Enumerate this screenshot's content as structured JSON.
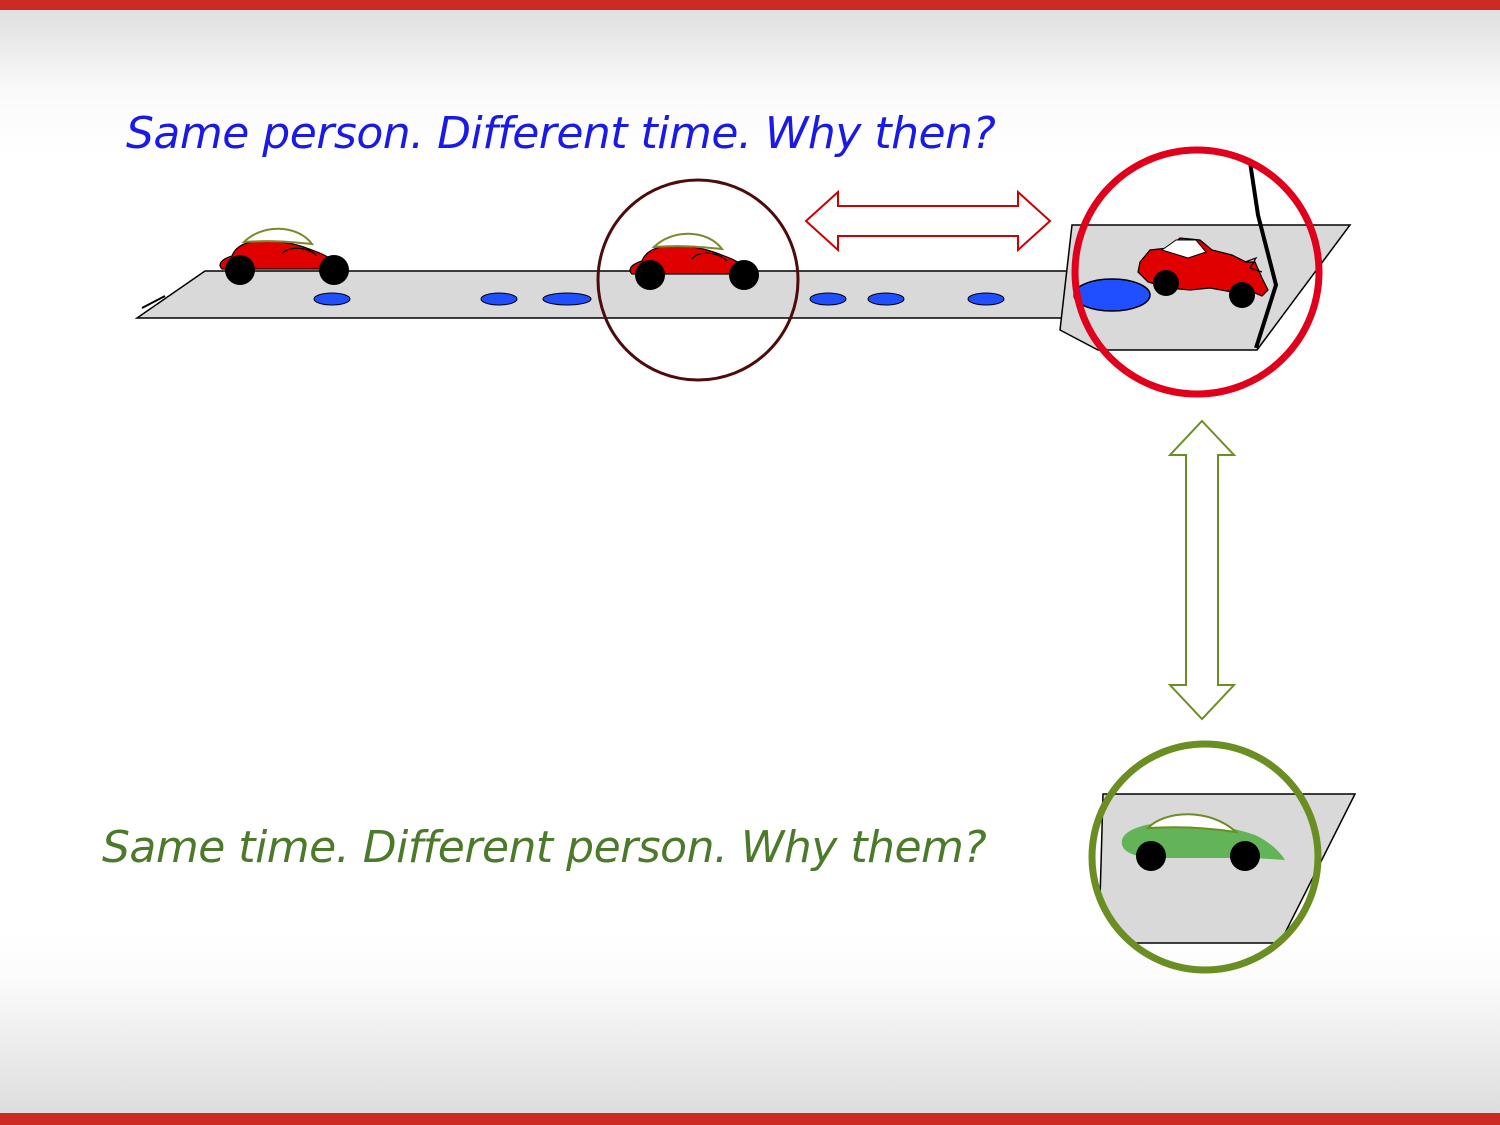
{
  "colors": {
    "accent_bar": "#cc2b24",
    "caption_top": "#1a1ae6",
    "caption_bottom": "#4a7a2a",
    "road": "#d9d9d9",
    "car_red": "#e00000",
    "car_green": "#63b359",
    "puddle": "#1f4fff",
    "circle_dark": "#4d0b0b",
    "circle_red": "#e0001b",
    "circle_green": "#6b8e23",
    "arrow_red": "#cc0000",
    "arrow_green": "#6b8e23"
  },
  "captions": {
    "top": "Same person. Different time. Why then?",
    "bottom": "Same time. Different person. Why them?"
  },
  "icons": {
    "road": "road-strip",
    "car": "car-icon",
    "crashed_car": "crashed-car-icon",
    "puddle": "puddle-icon",
    "wall": "wall-icon"
  }
}
